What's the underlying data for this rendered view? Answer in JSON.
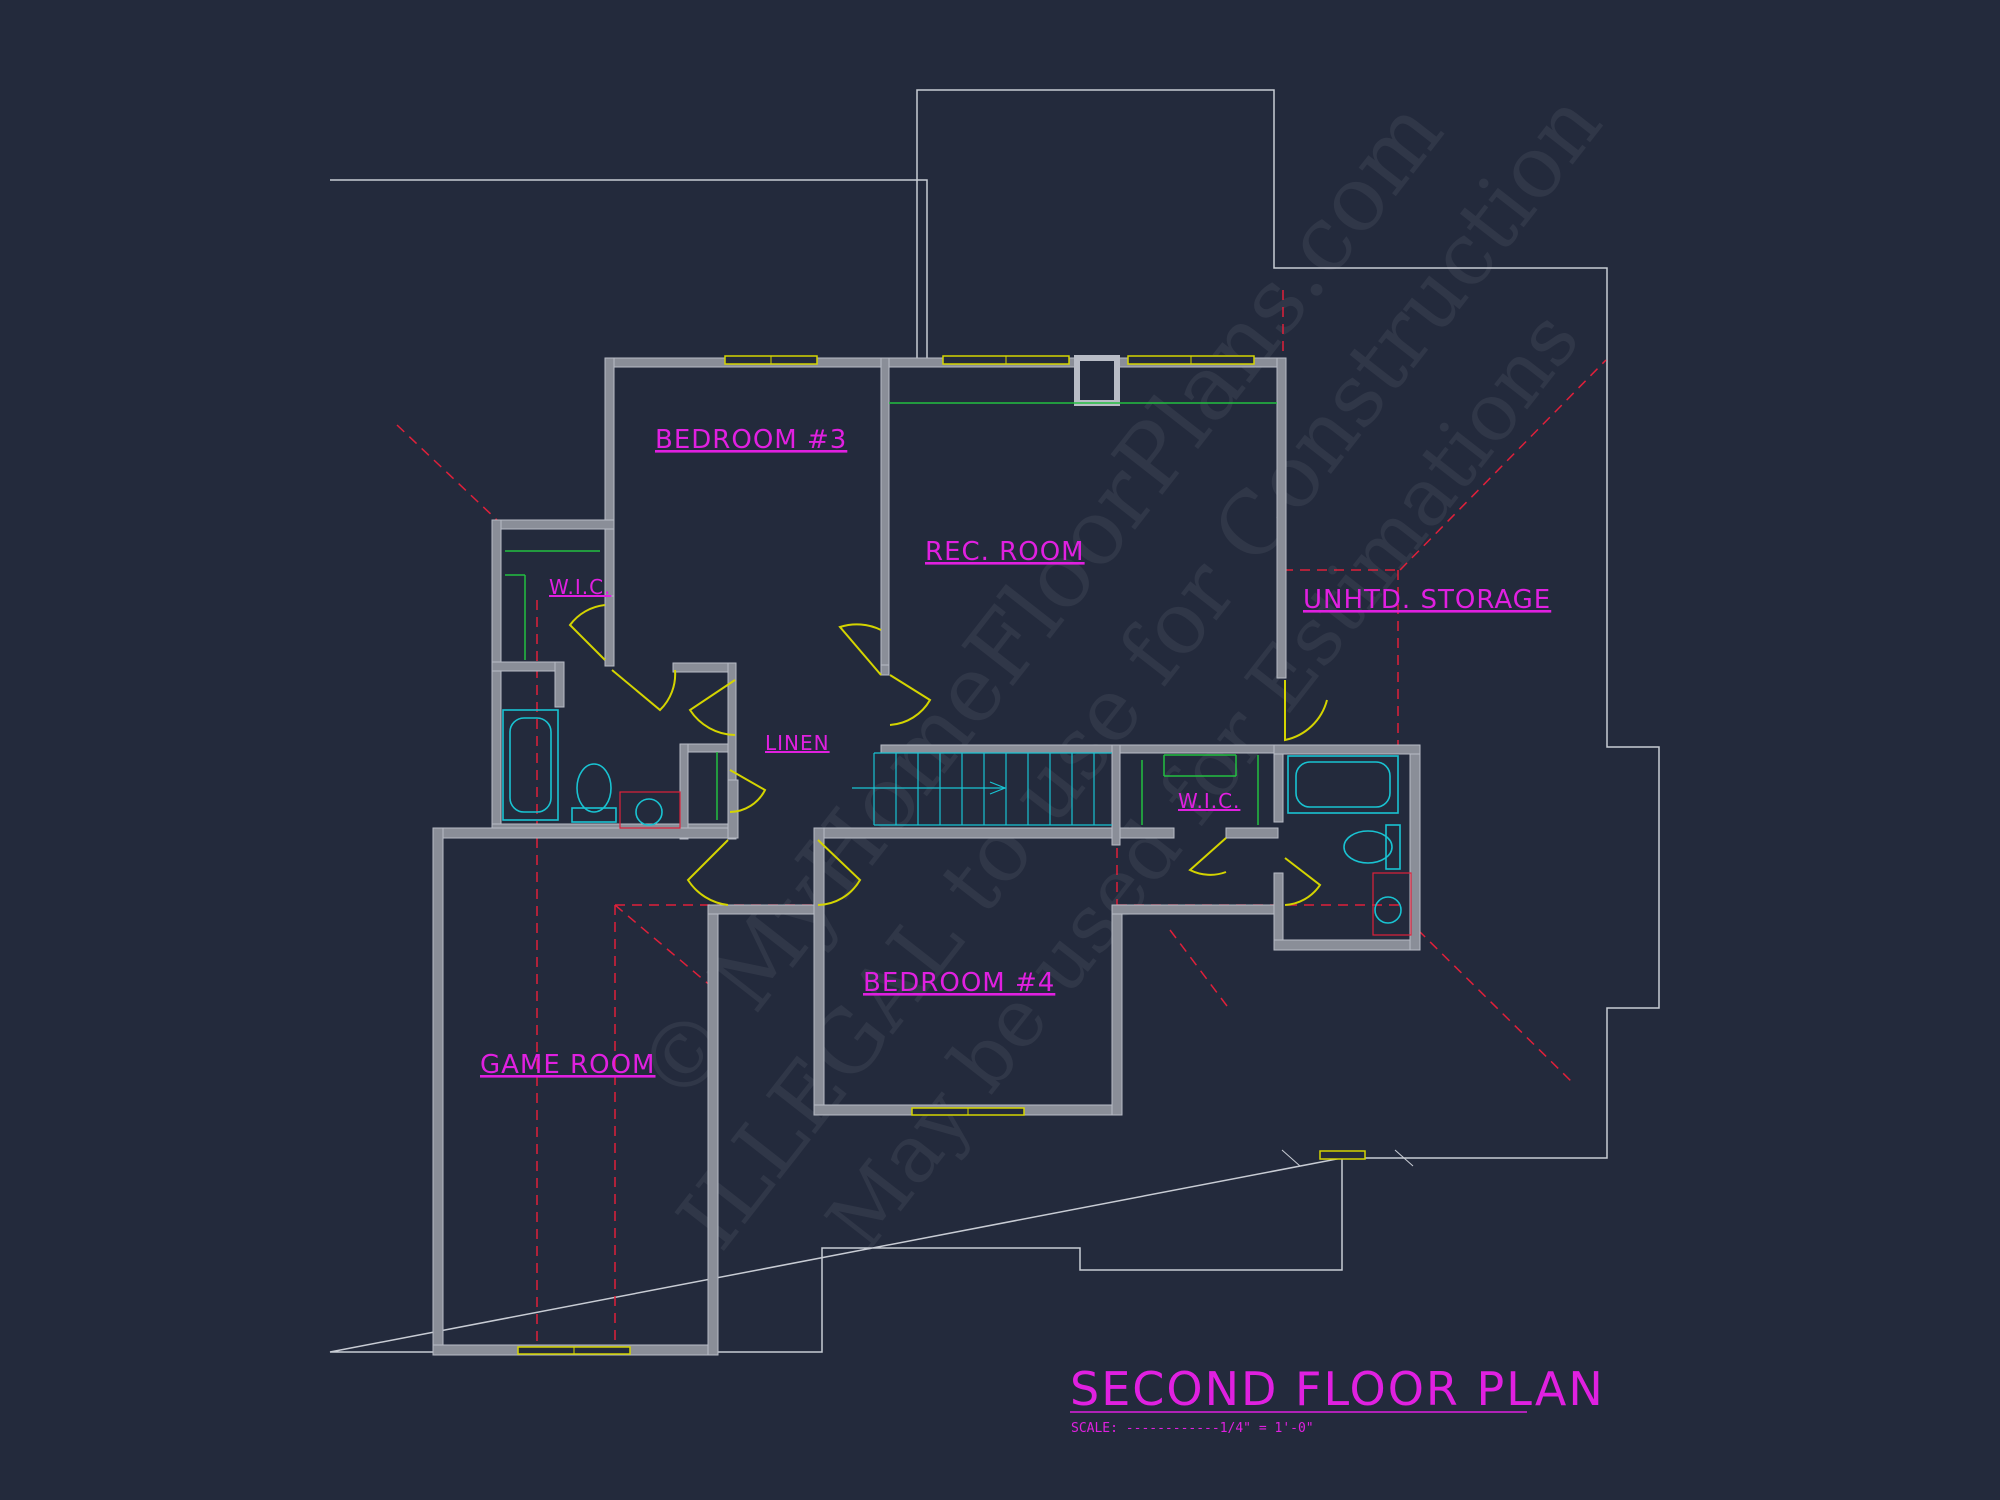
{
  "plan": {
    "title": "SECOND FLOOR PLAN",
    "scale": "SCALE: ------------1/4\" = 1'-0\""
  },
  "rooms": {
    "bedroom3": "BEDROOM #3",
    "rec_room": "REC. ROOM",
    "unheated_storage": "UNHTD. STORAGE",
    "wic_left": "W.I.C.",
    "linen": "LINEN",
    "wic_right": "W.I.C.",
    "bedroom4": "BEDROOM #4",
    "game_room": "GAME ROOM"
  },
  "watermark": {
    "line1": "© MyHomeFloorPlans.com",
    "line2": "ILLEGAL to use for Construction",
    "line3": "May be used for Estimations"
  },
  "colors": {
    "background": "#232a3c",
    "outline": "#c8ccd4",
    "wall": "#8a8e98",
    "label": "#e020e0",
    "door": "#d4d400",
    "window": "#d4d400",
    "fixture": "#19c3d2",
    "hidden_line": "#e0203a",
    "shelf": "#22c040"
  }
}
